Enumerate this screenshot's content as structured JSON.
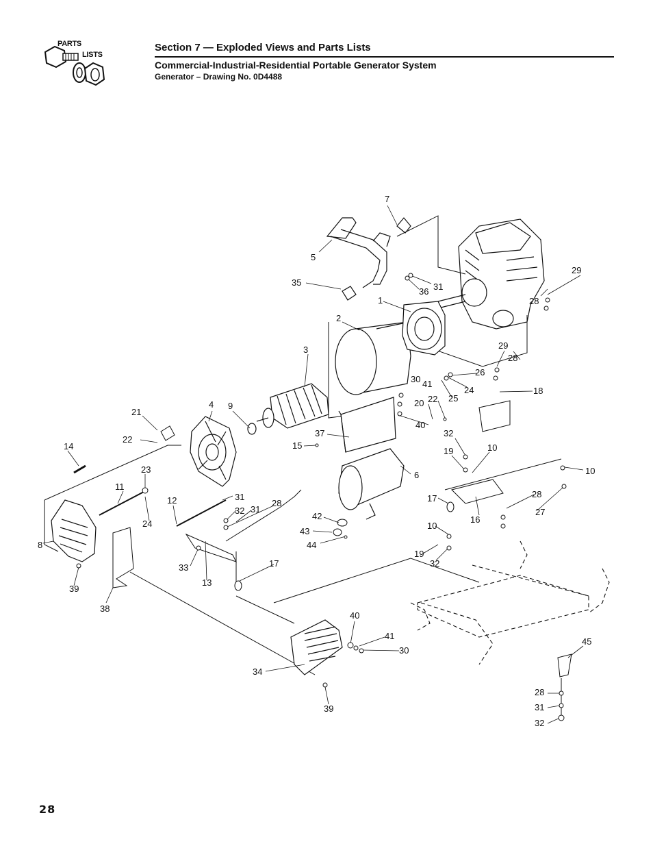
{
  "logo": {
    "line1": "PARTS",
    "line2": "LISTS",
    "icon": "nut-bolt-washer-icon"
  },
  "header": {
    "section": "Section 7 — Exploded Views and Parts Lists",
    "system": "Commercial-Industrial-Residential Portable Generator System",
    "drawing": "Generator – Drawing No. 0D4488"
  },
  "callouts": [
    {
      "id": "c-7",
      "text": "7"
    },
    {
      "id": "c-5",
      "text": "5"
    },
    {
      "id": "c-35",
      "text": "35"
    },
    {
      "id": "c-36",
      "text": "36"
    },
    {
      "id": "c-31a",
      "text": "31"
    },
    {
      "id": "c-1",
      "text": "1"
    },
    {
      "id": "c-2",
      "text": "2"
    },
    {
      "id": "c-29a",
      "text": "29"
    },
    {
      "id": "c-28a",
      "text": "28"
    },
    {
      "id": "c-29b",
      "text": "29"
    },
    {
      "id": "c-28b",
      "text": "28"
    },
    {
      "id": "c-3",
      "text": "3"
    },
    {
      "id": "c-26",
      "text": "26"
    },
    {
      "id": "c-30a",
      "text": "30"
    },
    {
      "id": "c-41a",
      "text": "41"
    },
    {
      "id": "c-24a",
      "text": "24"
    },
    {
      "id": "c-25",
      "text": "25"
    },
    {
      "id": "c-18",
      "text": "18"
    },
    {
      "id": "c-22a",
      "text": "22"
    },
    {
      "id": "c-20",
      "text": "20"
    },
    {
      "id": "c-4",
      "text": "4"
    },
    {
      "id": "c-9",
      "text": "9"
    },
    {
      "id": "c-21",
      "text": "21"
    },
    {
      "id": "c-37",
      "text": "37"
    },
    {
      "id": "c-40a",
      "text": "40"
    },
    {
      "id": "c-22b",
      "text": "22"
    },
    {
      "id": "c-32a",
      "text": "32"
    },
    {
      "id": "c-14",
      "text": "14"
    },
    {
      "id": "c-15",
      "text": "15"
    },
    {
      "id": "c-19a",
      "text": "19"
    },
    {
      "id": "c-10a",
      "text": "10"
    },
    {
      "id": "c-10b",
      "text": "10"
    },
    {
      "id": "c-6",
      "text": "6"
    },
    {
      "id": "c-23",
      "text": "23"
    },
    {
      "id": "c-11",
      "text": "11"
    },
    {
      "id": "c-31b",
      "text": "31"
    },
    {
      "id": "c-17a",
      "text": "17"
    },
    {
      "id": "c-28c",
      "text": "28"
    },
    {
      "id": "c-12",
      "text": "12"
    },
    {
      "id": "c-32b",
      "text": "32"
    },
    {
      "id": "c-31c",
      "text": "31"
    },
    {
      "id": "c-28d",
      "text": "28"
    },
    {
      "id": "c-24b",
      "text": "24"
    },
    {
      "id": "c-16",
      "text": "16"
    },
    {
      "id": "c-27",
      "text": "27"
    },
    {
      "id": "c-42",
      "text": "42"
    },
    {
      "id": "c-43",
      "text": "43"
    },
    {
      "id": "c-44",
      "text": "44"
    },
    {
      "id": "c-8",
      "text": "8"
    },
    {
      "id": "c-10c",
      "text": "10"
    },
    {
      "id": "c-19b",
      "text": "19"
    },
    {
      "id": "c-32c",
      "text": "32"
    },
    {
      "id": "c-33",
      "text": "33"
    },
    {
      "id": "c-17b",
      "text": "17"
    },
    {
      "id": "c-13",
      "text": "13"
    },
    {
      "id": "c-39a",
      "text": "39"
    },
    {
      "id": "c-38",
      "text": "38"
    },
    {
      "id": "c-40b",
      "text": "40"
    },
    {
      "id": "c-41b",
      "text": "41"
    },
    {
      "id": "c-30b",
      "text": "30"
    },
    {
      "id": "c-45",
      "text": "45"
    },
    {
      "id": "c-34",
      "text": "34"
    },
    {
      "id": "c-39b",
      "text": "39"
    },
    {
      "id": "c-28e",
      "text": "28"
    },
    {
      "id": "c-31d",
      "text": "31"
    },
    {
      "id": "c-32d",
      "text": "32"
    }
  ],
  "page_number": "28"
}
